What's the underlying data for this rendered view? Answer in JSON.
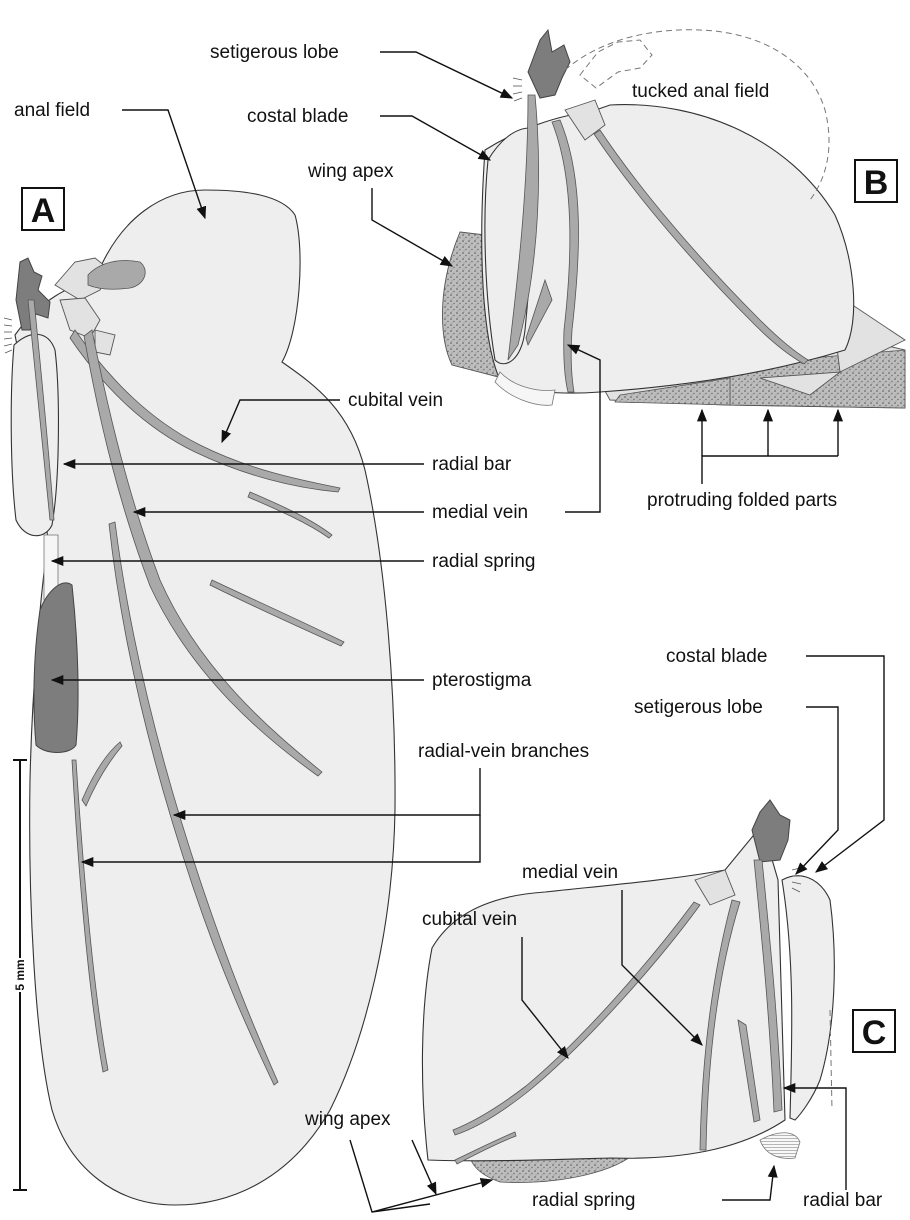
{
  "panels": {
    "A": {
      "letter": "A",
      "labels": {
        "anal_field": "anal field",
        "cubital_vein": "cubital vein",
        "radial_bar": "radial bar",
        "medial_vein": "medial vein",
        "radial_spring": "radial spring",
        "pterostigma": "pterostigma",
        "radial_vein_branches": "radial-vein branches"
      }
    },
    "B": {
      "letter": "B",
      "labels": {
        "setigerous_lobe": "setigerous lobe",
        "costal_blade": "costal blade",
        "tucked_anal_field": "tucked anal field",
        "wing_apex": "wing apex",
        "protruding_folded_parts": "protruding folded parts"
      }
    },
    "C": {
      "letter": "C",
      "labels": {
        "costal_blade": "costal blade",
        "setigerous_lobe": "setigerous lobe",
        "medial_vein": "medial vein",
        "cubital_vein": "cubital vein",
        "wing_apex": "wing apex",
        "radial_spring": "radial spring",
        "radial_bar": "radial bar"
      }
    }
  },
  "scale_bar": {
    "label": "5 mm"
  },
  "colors": {
    "membrane": "#eeeeee",
    "vein": "#a9a9a9",
    "pterostigma": "#7d7d7d",
    "outline": "#333333"
  }
}
